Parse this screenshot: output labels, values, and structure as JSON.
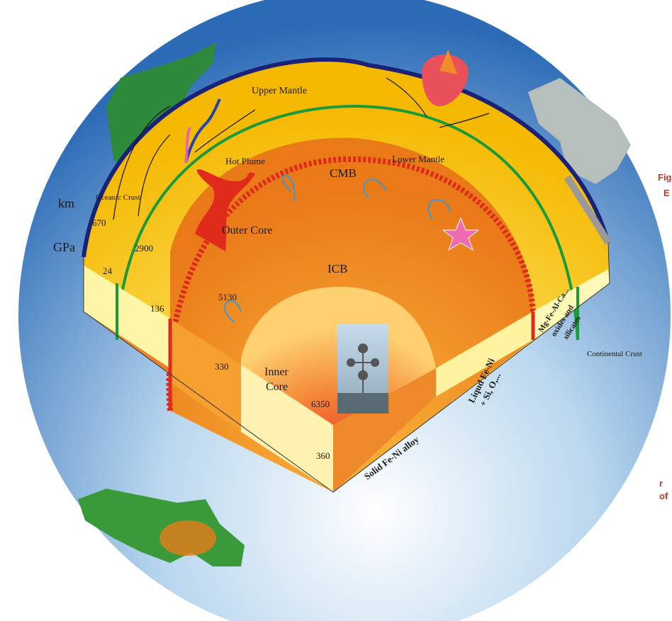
{
  "labels": {
    "upper_mantle": "Upper Mantle",
    "hot_plume": "Hot Plume",
    "lower_mantle": "Lower Mantle",
    "cmb": "CMB",
    "icb": "ICB",
    "outer_core": "Outer Core",
    "inner_core_line1": "Inner",
    "inner_core_line2": "Core",
    "oceanic_crust": "Oceanic Crust",
    "continental_crust": "Continental Crust",
    "km": "km",
    "gpa": "GPa"
  },
  "depths_km": [
    "670",
    "2900",
    "5130",
    "6350"
  ],
  "pressures_gpa": [
    "24",
    "136",
    "330",
    "360"
  ],
  "compositions": {
    "solid": "Solid Fe-Ni alloy",
    "liquid_line1": "Liqud Fe-Ni",
    "liquid_line2": "+ Si, O,...",
    "mantle_line1": "Mg-Fe-Al-Ca...",
    "mantle_line2": "oxides and",
    "mantle_line3": "silicates"
  },
  "sidebar_fragments": {
    "a": "Fig",
    "b": "E",
    "c": "r",
    "d": "of"
  },
  "colors": {
    "sky": "#3a78c0",
    "mantle": "#f8c200",
    "outer_core": "#ee8a1a",
    "cmb": "#e02a1a",
    "crust": "#1a2277",
    "green_boundary": "#1a9a3a",
    "label_red": "#b03a2e"
  }
}
